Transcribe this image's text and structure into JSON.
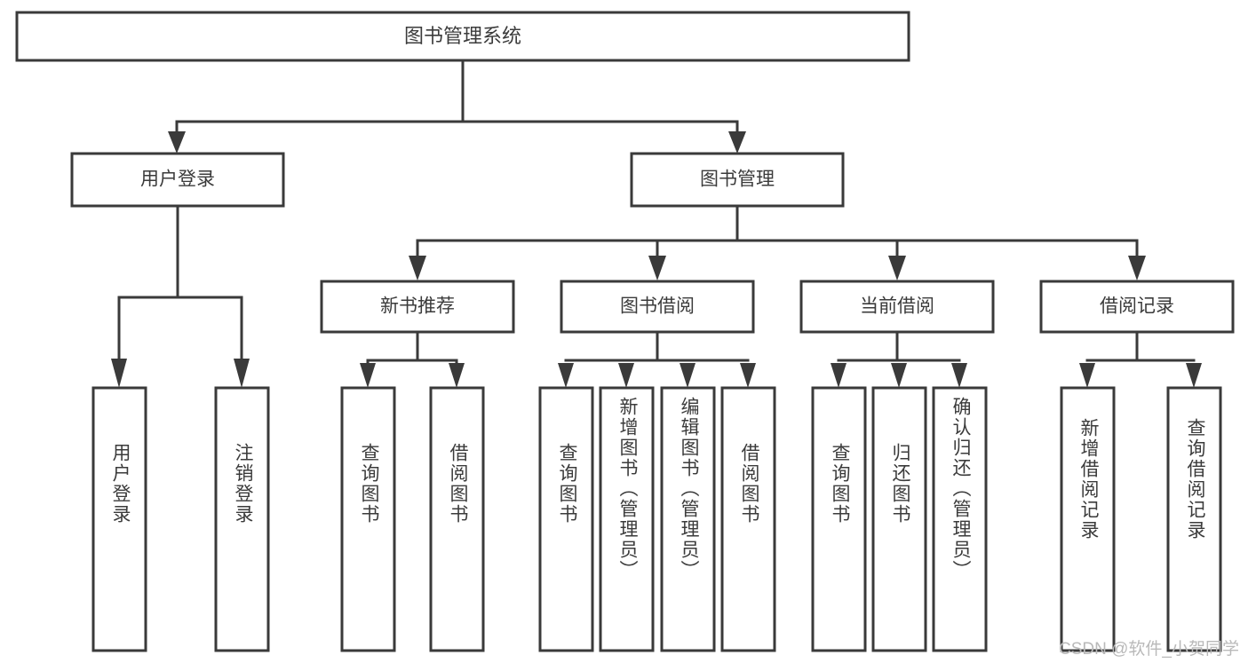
{
  "diagram": {
    "title": "图书管理系统",
    "type": "tree-hierarchy",
    "colors": {
      "background": "#ffffff",
      "box_stroke": "#3a3a3a",
      "box_fill": "#ffffff",
      "text": "#3b3b3b",
      "watermark": "#b9b9b9"
    },
    "root": {
      "label": "图书管理系统"
    },
    "level2": [
      {
        "label": "用户登录"
      },
      {
        "label": "图书管理"
      }
    ],
    "level3": [
      {
        "label": "新书推荐"
      },
      {
        "label": "图书借阅"
      },
      {
        "label": "当前借阅"
      },
      {
        "label": "借阅记录"
      }
    ],
    "leaves": {
      "user_login": [
        {
          "label": "用户登录"
        },
        {
          "label": "注销登录"
        }
      ],
      "new_book_recommend": [
        {
          "label": "查询图书"
        },
        {
          "label": "借阅图书"
        }
      ],
      "book_borrow": [
        {
          "label": "查询图书"
        },
        {
          "label": "新增图书（管理员）"
        },
        {
          "label": "编辑图书（管理员）"
        },
        {
          "label": "借阅图书"
        }
      ],
      "current_borrow": [
        {
          "label": "查询图书"
        },
        {
          "label": "归还图书"
        },
        {
          "label": "确认归还（管理员）"
        }
      ],
      "borrow_record": [
        {
          "label": "新增借阅记录"
        },
        {
          "label": "查询借阅记录"
        }
      ]
    }
  },
  "watermark": {
    "text": "CSDN @软件_小贺同学"
  }
}
